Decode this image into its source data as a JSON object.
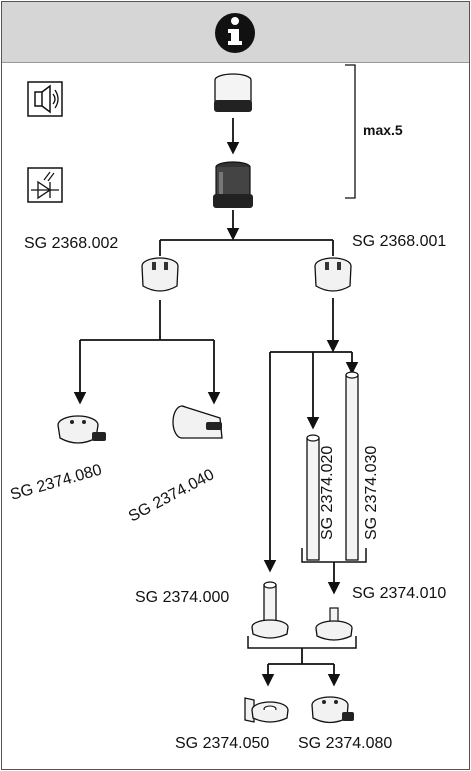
{
  "header": {
    "icon": "info-icon"
  },
  "mode_icons": [
    {
      "icon": "speaker-icon"
    },
    {
      "icon": "led-diode-icon"
    }
  ],
  "stack": {
    "max_label": "max.5"
  },
  "labels": {
    "left_base": "SG 2368.002",
    "right_base": "SG 2368.001",
    "mount_080_left": "SG 2374.080",
    "mount_040": "SG 2374.040",
    "tube_020": "SG 2374.020",
    "tube_030": "SG 2374.030",
    "tube_000": "SG 2374.000",
    "tube_010": "SG 2374.010",
    "mount_050": "SG 2374.050",
    "mount_080_right": "SG 2374.080"
  },
  "colors": {
    "header_bg": "#d6d6d6",
    "line": "#111111",
    "part_fill": "#f2f2f2",
    "part_dark": "#222222"
  }
}
